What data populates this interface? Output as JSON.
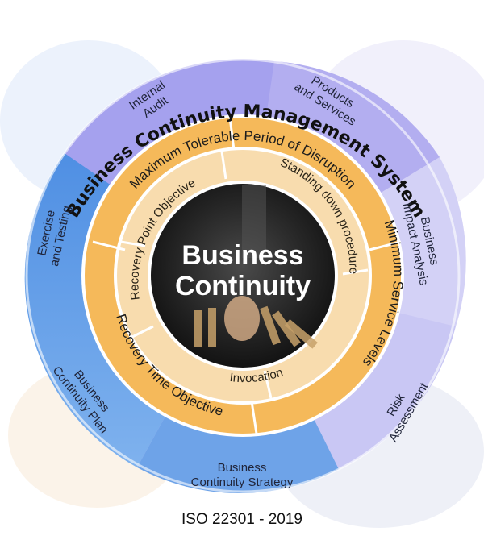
{
  "title": "Business Continuity Management System",
  "footer": "ISO 22301 - 2019",
  "center": {
    "line1": "Business",
    "line2": "Continuity"
  },
  "outer_segments": [
    {
      "line1": "Internal",
      "line2": "Audit"
    },
    {
      "line1": "Products",
      "line2": "and Services"
    },
    {
      "line1": "Business",
      "line2": "Impact Analysis"
    },
    {
      "line1": "Risk",
      "line2": "Assessment"
    },
    {
      "line1": "Business",
      "line2": "Continuity Strategy"
    },
    {
      "line1": "Business",
      "line2": "Continuity Plan"
    },
    {
      "line1": "Exercise",
      "line2": "and Testing"
    }
  ],
  "ring_labels": {
    "top": "Maximum Tolerable Period of Disruption",
    "right": "Minimum Service Levels",
    "bottom_left": "Recovery Time Objective"
  },
  "inner_labels": {
    "top_right": "Standing down procedure",
    "left": "Recovery Point Objective",
    "bottom": "Invocation"
  },
  "colors": {
    "outer_blue": "#5b9be6",
    "outer_purple": "#a8a4ee",
    "outer_lavender": "#d2d0f6",
    "ring_orange": "#f5b95a",
    "inner_cream": "#f8dcae",
    "center_dark": "#1d1d1d"
  }
}
